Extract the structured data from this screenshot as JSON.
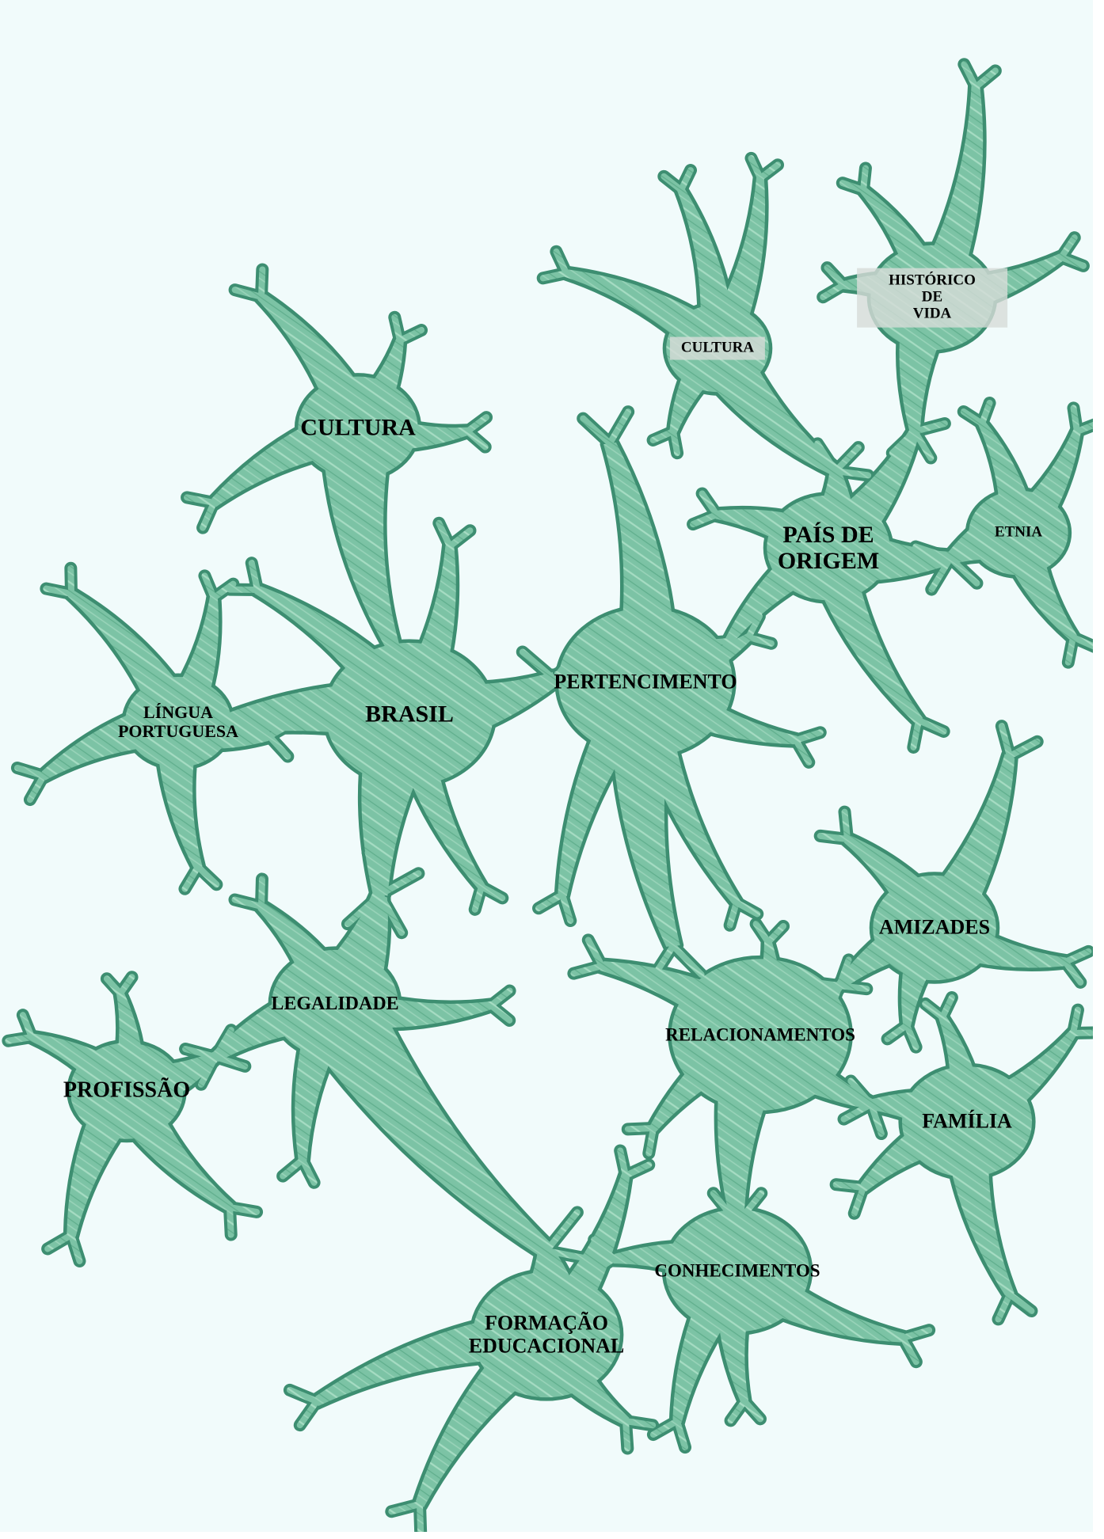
{
  "diagram": {
    "colors": {
      "background": "#f1fbfb",
      "cell_fill": "#7cc3a5",
      "cell_outline": "#3d8e71",
      "streak": "#a6dcc3",
      "highlight": "#d7dcd8"
    },
    "nodes": [
      {
        "id": "cultura-main",
        "label": "CULTURA"
      },
      {
        "id": "brasil",
        "label": "BRASIL"
      },
      {
        "id": "lingua-portuguesa",
        "label": "LÍNGUA\nPORTUGUESA"
      },
      {
        "id": "pertencimento",
        "label": "PERTENCIMENTO"
      },
      {
        "id": "cultura-small",
        "label": "CULTURA"
      },
      {
        "id": "historico-de-vida",
        "label": "HISTÓRICO\nDE\nVIDA"
      },
      {
        "id": "pais-de-origem",
        "label": "PAÍS DE\nORIGEM"
      },
      {
        "id": "etnia",
        "label": "ETNIA"
      },
      {
        "id": "legalidade",
        "label": "LEGALIDADE"
      },
      {
        "id": "profissao",
        "label": "PROFISSÃO"
      },
      {
        "id": "amizades",
        "label": "AMIZADES"
      },
      {
        "id": "relacionamentos",
        "label": "RELACIONAMENTOS"
      },
      {
        "id": "familia",
        "label": "FAMÍLIA"
      },
      {
        "id": "conhecimentos",
        "label": "CONHECIMENTOS"
      },
      {
        "id": "formacao-educacional",
        "label": "FORMAÇÃO\nEDUCACIONAL"
      }
    ]
  }
}
